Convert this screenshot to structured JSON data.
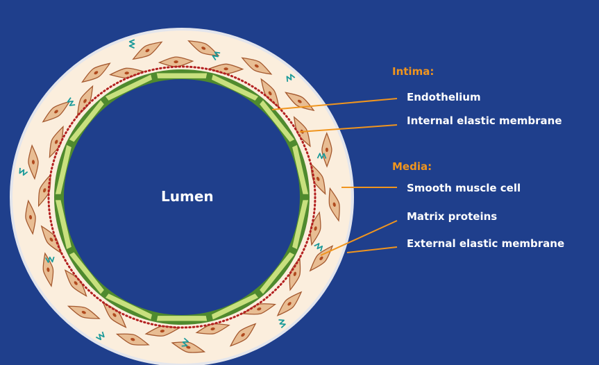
{
  "colors": {
    "background": "#1f3f8c",
    "lumen": "#1f3f8c",
    "wall": "#fbeedd",
    "wall_edge": "#e3e5ec",
    "endothelium_light": "#c8e07e",
    "endothelium_dark": "#4f8a2e",
    "internal_elastic_membrane": "#b32020",
    "smooth_muscle_cell": "#e8bd93",
    "smooth_muscle_outline": "#a4592f",
    "smooth_muscle_nucleus": "#b04a1e",
    "matrix_protein": "#1b9a9a",
    "leader_line": "#f0951e",
    "heading_text": "#f0951e",
    "label_text": "#ffffff"
  },
  "lumen_label": "Lumen",
  "legend": {
    "intima": {
      "heading": "Intima:",
      "items": [
        "Endothelium",
        "Internal elastic membrane"
      ]
    },
    "media": {
      "heading": "Media:",
      "items": [
        "Smooth muscle cell",
        "Matrix proteins",
        "External elastic membrane"
      ]
    }
  }
}
